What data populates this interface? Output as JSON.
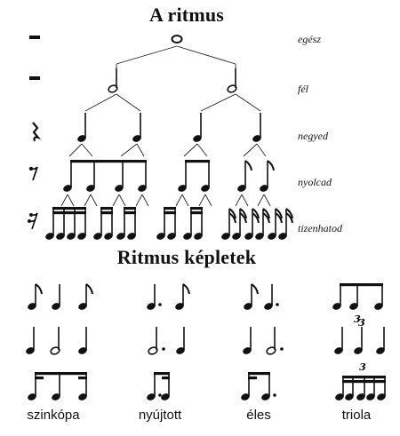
{
  "title": "A ritmus",
  "subtitle": "Ritmus képletek",
  "rows": [
    {
      "label": "egész",
      "rest_icon": "whole-rest-icon"
    },
    {
      "label": "fél",
      "rest_icon": "half-rest-icon"
    },
    {
      "label": "negyed",
      "rest_icon": "quarter-rest-icon"
    },
    {
      "label": "nyolcad",
      "rest_icon": "eighth-rest-icon"
    },
    {
      "label": "tizenhatod",
      "rest_icon": "sixteenth-rest-icon"
    }
  ],
  "patterns": [
    {
      "label": "szinkópa"
    },
    {
      "label": "nyújtott"
    },
    {
      "label": "éles"
    },
    {
      "label": "triola",
      "tuplet_mark": "3"
    }
  ]
}
